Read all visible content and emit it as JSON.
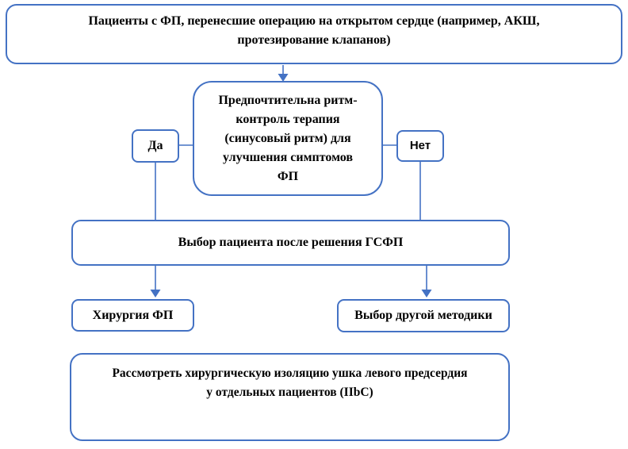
{
  "diagram": {
    "type": "flowchart",
    "colors": {
      "border": "#4472C4",
      "connector": "#4472C4",
      "text": "#000000",
      "background": "#FFFFFF"
    },
    "nodes": {
      "patients": {
        "lines": [
          "Пациенты с ФП, перенесшие операцию на открытом сердце (например, АКШ,",
          "протезирование клапанов)"
        ]
      },
      "rhythm_control": {
        "lines": [
          "Предпочтительна ритм-",
          "контроль терапия",
          "(синусовый ритм) для",
          "улучшения симптомов",
          "ФП"
        ]
      },
      "yes": {
        "label": "Да"
      },
      "no": {
        "label": "Нет"
      },
      "patient_selection": {
        "label": "Выбор пациента после решения ГСФП"
      },
      "af_surgery": {
        "label": "Хирургия ФП"
      },
      "other_method": {
        "label": "Выбор другой методики"
      },
      "laa_exclusion": {
        "lines": [
          "Рассмотреть хирургическую изоляцию ушка левого предсердия",
          "у отдельных пациентов (IIbC)"
        ]
      }
    }
  }
}
